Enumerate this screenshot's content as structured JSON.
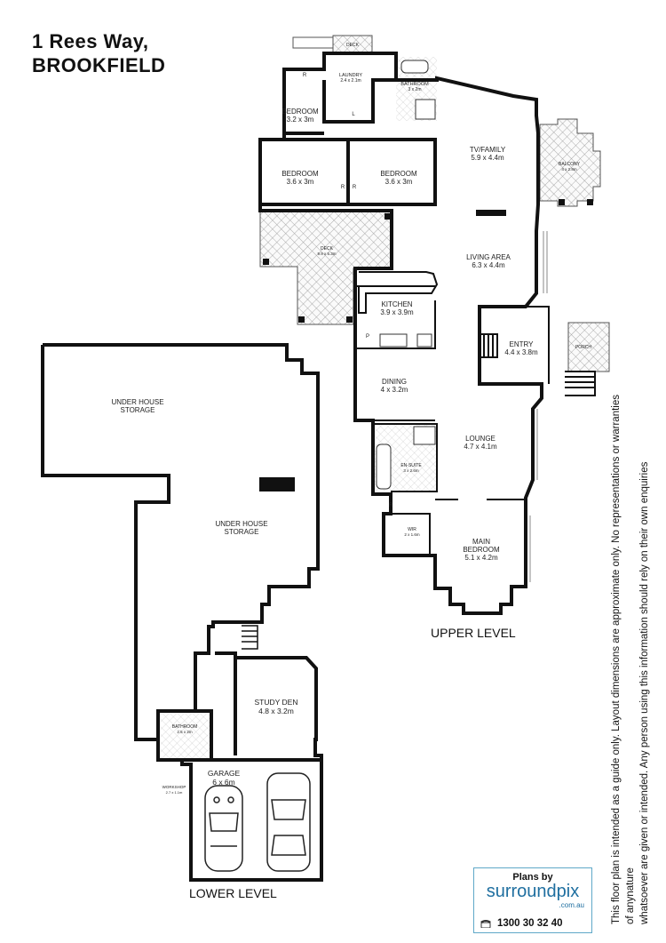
{
  "address": {
    "line1": "1 Rees Way,",
    "line2": "BROOKFIELD"
  },
  "levels": {
    "upper": "UPPER LEVEL",
    "lower": "LOWER LEVEL"
  },
  "rooms": {
    "deck_top": {
      "name": "DECK"
    },
    "laundry": {
      "name": "LAUNDRY",
      "size": "2.4 x 2.1m"
    },
    "bathroom_upper": {
      "name": "BATHROOM",
      "size": "3 x 2m"
    },
    "bedroom_1": {
      "name": "BEDROOM",
      "size": "3.2 x 3m"
    },
    "bedroom_2": {
      "name": "BEDROOM",
      "size": "3.6 x 3m"
    },
    "bedroom_3": {
      "name": "BEDROOM",
      "size": "3.6 x 3m"
    },
    "tv_family": {
      "name": "TV/FAMILY",
      "size": "5.9 x 4.4m"
    },
    "balcony": {
      "name": "BALCONY",
      "size": "4 x 2.8m"
    },
    "deck_main": {
      "name": "DECK",
      "size": "9.9 x 5.3m"
    },
    "living_area": {
      "name": "LIVING AREA",
      "size": "6.3 x 4.4m"
    },
    "kitchen": {
      "name": "KITCHEN",
      "size": "3.9 x 3.9m"
    },
    "entry": {
      "name": "ENTRY",
      "size": "4.4 x 3.8m"
    },
    "porch": {
      "name": "PORCH"
    },
    "dining": {
      "name": "DINING",
      "size": "4 x 3.2m"
    },
    "lounge": {
      "name": "LOUNGE",
      "size": "4.7 x 4.1m"
    },
    "ensuite": {
      "name": "EN-SUITE",
      "size": "3 x 2.6m"
    },
    "wir": {
      "name": "WIR",
      "size": "2 x 1.6m"
    },
    "main_bedroom": {
      "name": "MAIN",
      "name2": "BEDROOM",
      "size": "5.1 x 4.2m"
    },
    "under_storage_1": {
      "name": "UNDER HOUSE",
      "name2": "STORAGE"
    },
    "under_storage_2": {
      "name": "UNDER HOUSE",
      "name2": "STORAGE"
    },
    "study_den": {
      "name": "STUDY DEN",
      "size": "4.8 x 3.2m"
    },
    "bathroom_lower": {
      "name": "BATHROOM",
      "size": "2.5 x 2m"
    },
    "workshop": {
      "name": "WORKSHOP",
      "size": "2.7 x 1.1m"
    },
    "garage": {
      "name": "GARAGE",
      "size": "6 x 6m"
    }
  },
  "fixtures": {
    "robe": "R",
    "linen": "L",
    "pantry": "P"
  },
  "disclaimer": {
    "line1": "This floor plan is intended as a guide only. Layout dimensions are approximate only. No representations or warranties of anynature",
    "line2": "whatsoever are given or intended. Any person using this information should rely on their own enquiries"
  },
  "logo": {
    "title": "Plans by",
    "brand": "surroundpix",
    "domain": ".com.au",
    "phone": "1300 30 32 40"
  },
  "colors": {
    "wall": "#111111",
    "deck_hatch": "#888888",
    "logo_border": "#5fa8c8",
    "logo_brand": "#1f6fa0"
  }
}
